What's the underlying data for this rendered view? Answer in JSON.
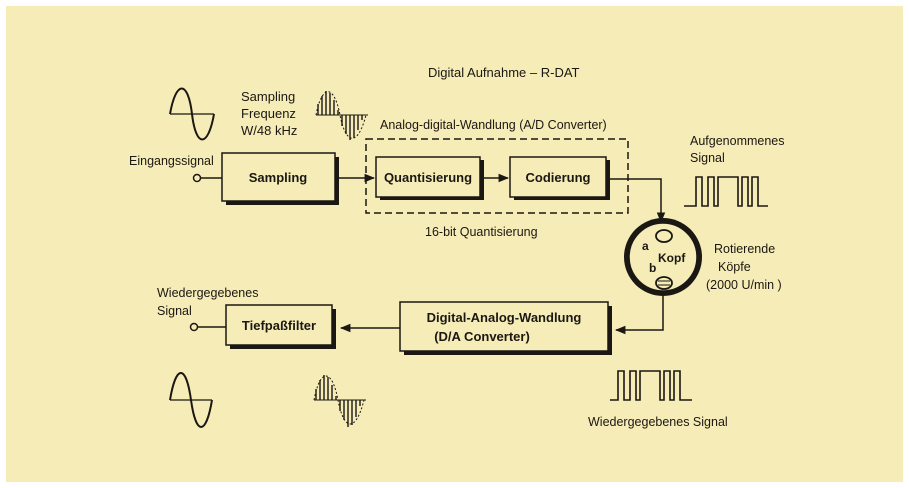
{
  "title": "Digital Aufnahme – R-DAT",
  "colors": {
    "background": "#f6ecb7",
    "ink": "#1b1712",
    "frame": "#ffffff"
  },
  "labels": {
    "sampling_freq": [
      "Sampling",
      "Frequenz",
      "W/48 kHz"
    ],
    "input_signal": "Eingangssignal",
    "ad_converter": "Analog-digital-Wandlung (A/D Converter)",
    "quant_bits": "16-bit Quantisierung",
    "recorded_signal": [
      "Aufgenommenes",
      "Signal"
    ],
    "rotating_heads": [
      "Rotierende",
      "Köpfe",
      "(2000 U/min )"
    ],
    "output_signal": [
      "Wiedergegebenes",
      "Signal"
    ],
    "replayed_signal": "Wiedergegebenes Signal"
  },
  "blocks": {
    "sampling": "Sampling",
    "quantisierung": "Quantisierung",
    "codierung": "Codierung",
    "da_converter": [
      "Digital-Analog-Wandlung",
      "(D/A Converter)"
    ],
    "tiefpass": "Tiefpaßfilter"
  },
  "head": {
    "a": "a",
    "b": "b",
    "kopf": "Kopf"
  }
}
